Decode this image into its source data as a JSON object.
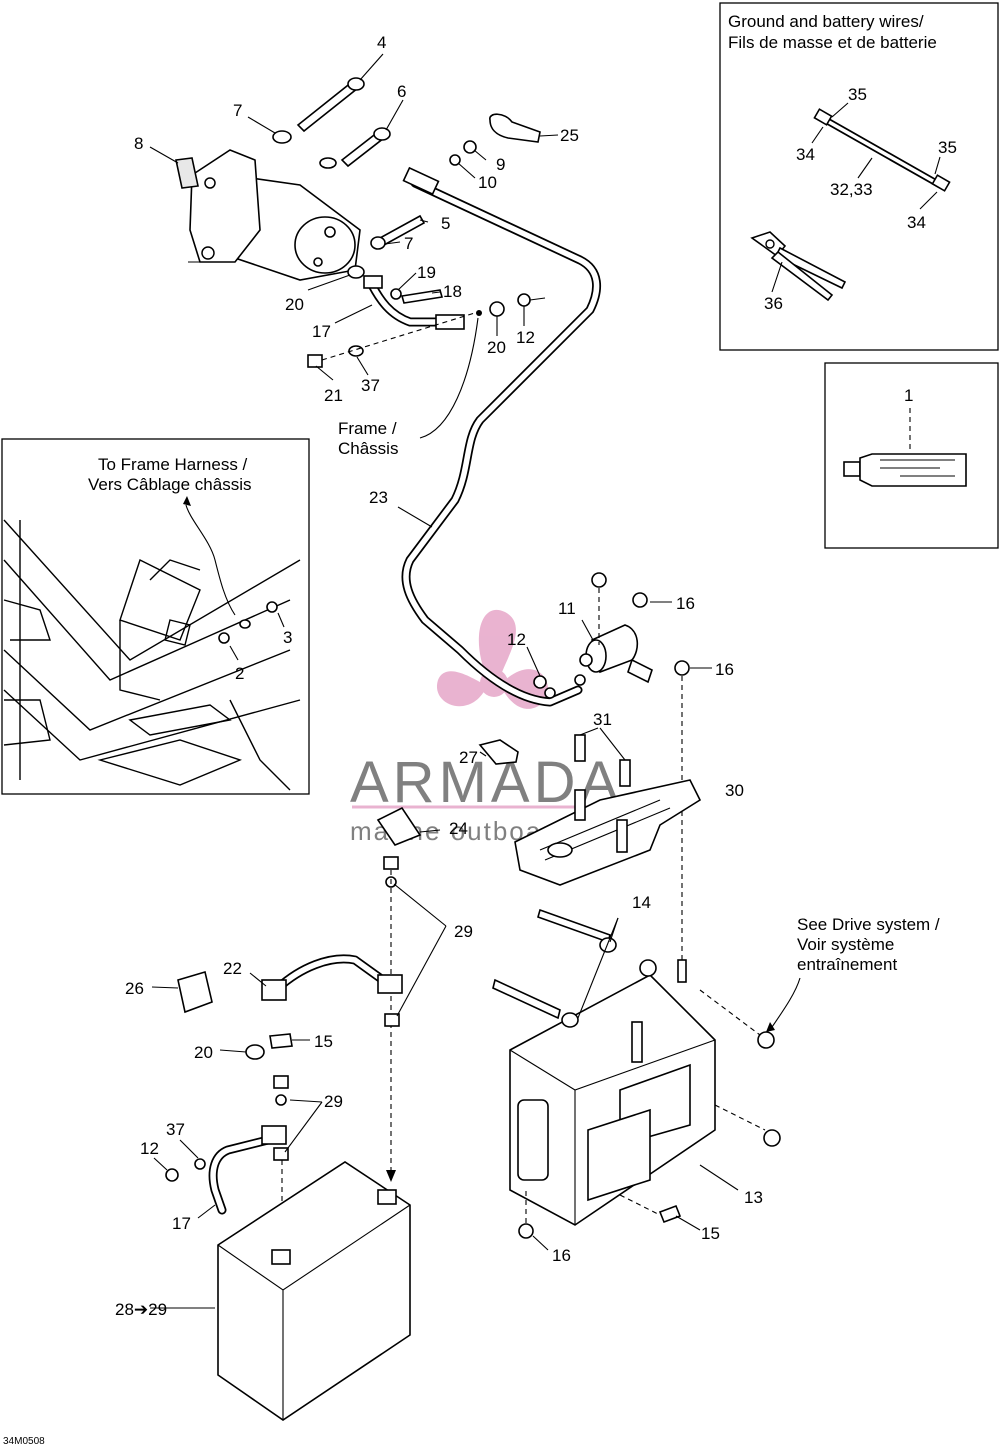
{
  "inset_ground": {
    "title_en": "Ground and battery wires/",
    "title_fr": "Fils de masse et de batterie",
    "labels": [
      "35",
      "34",
      "35",
      "32,33",
      "34",
      "36"
    ]
  },
  "inset_frame": {
    "title_en": "To Frame Harness /",
    "title_fr": "Vers Câblage châssis",
    "labels": [
      "2",
      "3"
    ]
  },
  "inset_tube": {
    "labels": [
      "1"
    ]
  },
  "callouts": {
    "frame_en": "Frame /",
    "frame_fr": "Châssis",
    "drive_1": "See Drive system /",
    "drive_2": "Voir système",
    "drive_3": "entraînement",
    "battery": "28➔29"
  },
  "labels": {
    "n4": "4",
    "n6": "6",
    "n7a": "7",
    "n8": "8",
    "n9": "9",
    "n10": "10",
    "n25": "25",
    "n5": "5",
    "n7b": "7",
    "n19": "19",
    "n18": "18",
    "n20a": "20",
    "n17a": "17",
    "n20b": "20",
    "n12a": "12",
    "n21": "21",
    "n37a": "37",
    "n23": "23",
    "n16a": "16",
    "n11": "11",
    "n12b": "12",
    "n16b": "16",
    "n31": "31",
    "n27": "27",
    "n30": "30",
    "n24": "24",
    "n29a": "29",
    "n14": "14",
    "n22": "22",
    "n26": "26",
    "n15a": "15",
    "n20c": "20",
    "n29b": "29",
    "n37b": "37",
    "n12c": "12",
    "n17b": "17",
    "n13": "13",
    "n15b": "15",
    "n16c": "16"
  },
  "watermark": {
    "brand": "ARMADA",
    "tagline": "marine outboards"
  },
  "drawing_code": "34M0508",
  "colors": {
    "watermark_pink": "#e6a6c8",
    "line": "#000000"
  }
}
